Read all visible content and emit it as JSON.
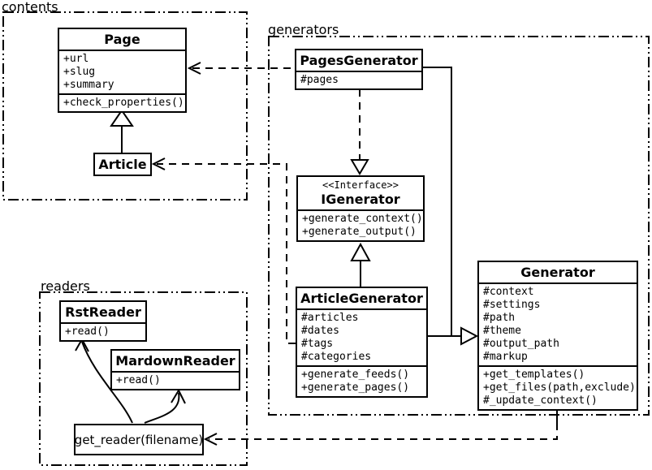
{
  "colors": {
    "line": "#000000",
    "background": "#ffffff"
  },
  "packages": {
    "contents": {
      "label": "contents"
    },
    "generators": {
      "label": "generators"
    },
    "readers": {
      "label": "readers"
    }
  },
  "classes": {
    "page": {
      "name": "Page",
      "attributes": [
        "+url",
        "+slug",
        "+summary"
      ],
      "methods": [
        "+check_properties()"
      ]
    },
    "article": {
      "name": "Article"
    },
    "pages_generator": {
      "name": "PagesGenerator",
      "attributes": [
        "#pages"
      ]
    },
    "igenerator": {
      "stereotype": "<<Interface>>",
      "name": "IGenerator",
      "methods": [
        "+generate_context()",
        "+generate_output()"
      ]
    },
    "article_generator": {
      "name": "ArticleGenerator",
      "attributes": [
        "#articles",
        "#dates",
        "#tags",
        "#categories"
      ],
      "methods": [
        "+generate_feeds()",
        "+generate_pages()"
      ]
    },
    "generator": {
      "name": "Generator",
      "attributes": [
        "#context",
        "#settings",
        "#path",
        "#theme",
        "#output_path",
        "#markup"
      ],
      "methods": [
        "+get_templates()",
        "+get_files(path,exclude)",
        "#_update_context()"
      ]
    },
    "rst_reader": {
      "name": "RstReader",
      "methods": [
        "+read()"
      ]
    },
    "mardown_reader": {
      "name": "MardownReader",
      "methods": [
        "+read()"
      ]
    },
    "get_reader": {
      "name": "get_reader(filename)"
    }
  },
  "relationships": [
    {
      "type": "inheritance",
      "from": "Article",
      "to": "Page"
    },
    {
      "type": "dependency",
      "from": "PagesGenerator",
      "to": "Page"
    },
    {
      "type": "dependency",
      "from": "ArticleGenerator",
      "to": "Article"
    },
    {
      "type": "realization",
      "from": "PagesGenerator",
      "to": "IGenerator"
    },
    {
      "type": "inheritance",
      "from": "ArticleGenerator",
      "to": "IGenerator"
    },
    {
      "type": "inheritance",
      "from": "PagesGenerator",
      "to": "Generator"
    },
    {
      "type": "inheritance",
      "from": "ArticleGenerator",
      "to": "Generator"
    },
    {
      "type": "dependency",
      "from": "Generator",
      "to": "get_reader(filename)"
    },
    {
      "type": "call-arrow",
      "from": "get_reader(filename)",
      "to": "RstReader"
    },
    {
      "type": "call-arrow",
      "from": "get_reader(filename)",
      "to": "MardownReader"
    }
  ]
}
